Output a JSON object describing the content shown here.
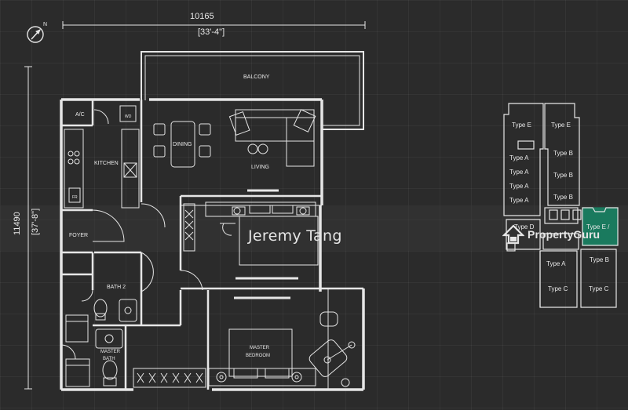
{
  "dimensions": {
    "width_mm": "10165",
    "width_ft": "[33'-4\"]",
    "height_mm": "11490",
    "height_ft": "[37'-8\"]"
  },
  "rooms": {
    "balcony": "BALCONY",
    "ac": "A/C",
    "wd": "WD",
    "kitchen": "KITCHEN",
    "dining": "DINING",
    "living": "LIVING",
    "fr": "FR",
    "foyer": "FOYER",
    "bath2": "BATH 2",
    "master_bath_1": "MASTER",
    "master_bath_2": "BATH",
    "master_bedroom_1": "MASTER",
    "master_bedroom_2": "BEDROOM"
  },
  "watermark": "Jeremy Tang",
  "logo_text": "PropertyGuru",
  "keyplan": {
    "left_col": [
      "Type E",
      "Type A",
      "Type A",
      "Type A",
      "Type A",
      "Type D",
      "Type A",
      "Type C"
    ],
    "right_col": [
      "Type E",
      "Type B",
      "Type B",
      "Type B",
      "Type E /",
      "Type B",
      "Type C"
    ],
    "highlight": "#1a7a5e"
  }
}
